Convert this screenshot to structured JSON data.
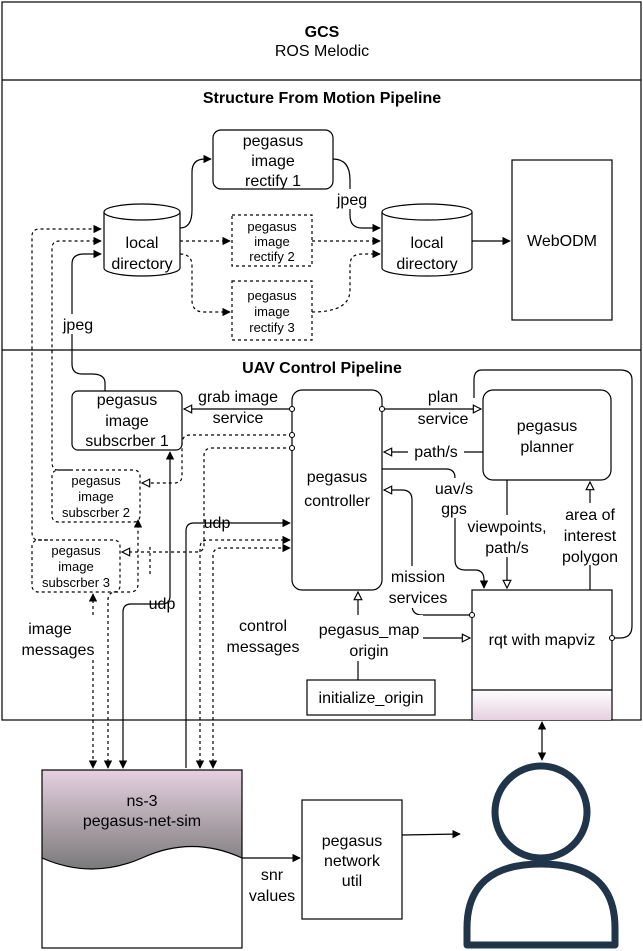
{
  "gcs": {
    "title": "GCS",
    "subtitle": "ROS Melodic"
  },
  "sfm": {
    "title": "Structure From Motion Pipeline",
    "rectify1": [
      "pegasus",
      "image",
      "rectify 1"
    ],
    "rectify2": [
      "pegasus",
      "image",
      "rectify 2"
    ],
    "rectify3": [
      "pegasus",
      "image",
      "rectify 3"
    ],
    "local_dir": [
      "local",
      "directory"
    ],
    "webodm": "WebODM",
    "jpeg": "jpeg"
  },
  "uav": {
    "title": "UAV Control Pipeline",
    "subscriber1": [
      "pegasus",
      "image",
      "subscrber 1"
    ],
    "subscriber2": [
      "pegasus",
      "image",
      "subscrber 2"
    ],
    "subscriber3": [
      "pegasus",
      "image",
      "subscrber 3"
    ],
    "controller": [
      "pegasus",
      "controller"
    ],
    "planner": [
      "pegasus",
      "planner"
    ],
    "rqt": "rqt with mapviz",
    "init_origin": "initialize_origin",
    "labels": {
      "grab_image": [
        "grab image",
        "service"
      ],
      "plan_service": [
        "plan",
        "service"
      ],
      "path": "path/s",
      "uav_gps": [
        "uav/s",
        "gps"
      ],
      "viewpoints": [
        "viewpoints,",
        "path/s"
      ],
      "area": [
        "area of",
        "interest",
        "polygon"
      ],
      "mission": [
        "mission",
        "services"
      ],
      "map_origin": [
        "pegasus_map",
        "origin"
      ],
      "udp": "udp",
      "image_messages": [
        "image",
        "messages"
      ],
      "control_messages": [
        "control",
        "messages"
      ],
      "jpeg": "jpeg"
    }
  },
  "netsim": {
    "lines": [
      "ns-3",
      "pegasus-net-sim"
    ]
  },
  "net_util": {
    "lines": [
      "pegasus",
      "network",
      "util"
    ]
  },
  "snr": [
    "snr",
    "values"
  ],
  "colors": {
    "stroke": "#000000",
    "netsim_top": "#e6d0e0",
    "netsim_bottom": "#7a7a7a"
  }
}
